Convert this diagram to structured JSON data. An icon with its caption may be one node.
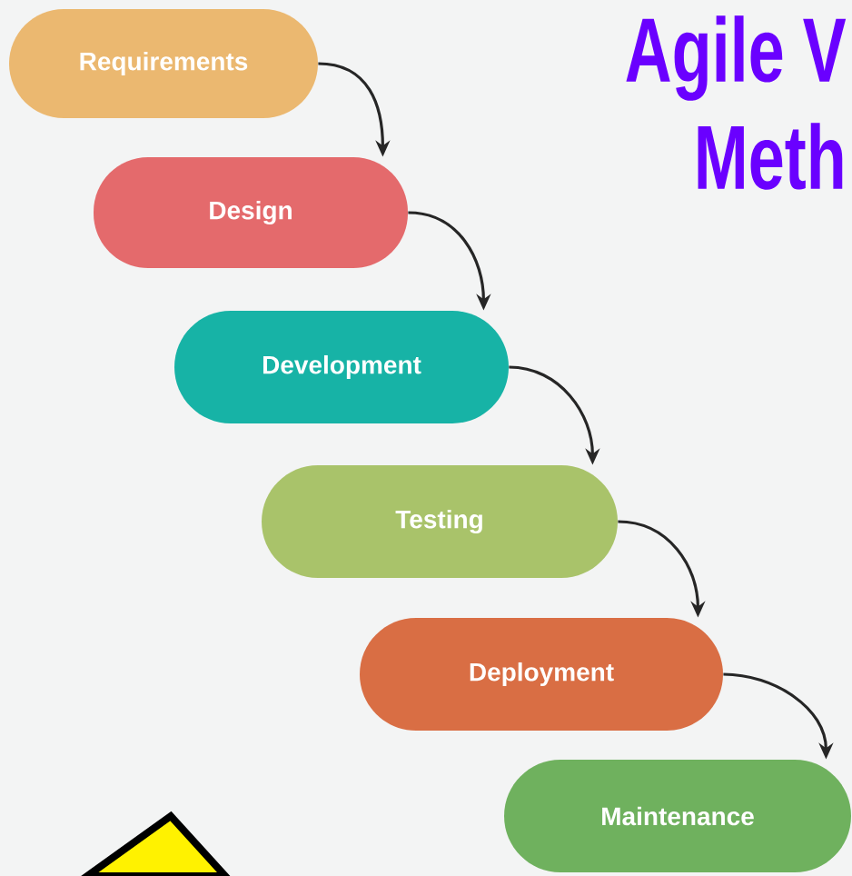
{
  "diagram": {
    "nodes": [
      {
        "text": [
          "Requirements"
        ]
      },
      {
        "text": [
          "Design"
        ]
      },
      {
        "text": [
          "Development"
        ]
      },
      {
        "text": [
          "Testing"
        ]
      },
      {
        "text": [
          "Deployment"
        ]
      },
      {
        "text": [
          "Maintenance"
        ]
      }
    ],
    "edges": [
      {
        "from": 0,
        "to": 1,
        "arrow": "to"
      },
      {
        "from": 1,
        "to": 2,
        "arrow": "to"
      },
      {
        "from": 2,
        "to": 3,
        "arrow": "to"
      },
      {
        "from": 3,
        "to": 4,
        "arrow": "to"
      },
      {
        "from": 4,
        "to": 5,
        "arrow": "to"
      }
    ],
    "labels": [
      "Agile V",
      "Meth"
    ]
  }
}
